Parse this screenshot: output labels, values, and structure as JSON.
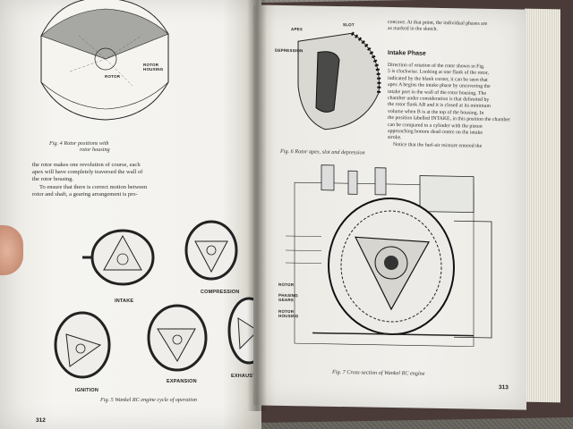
{
  "left_page": {
    "figure_labels": {
      "rotor_housing": "ROTOR HOUSING",
      "rotor": "ROTOR"
    },
    "fig4_caption_line1": "Fig. 4   Rotor positions with",
    "fig4_caption_line2": "rotor housing",
    "body_lines": [
      "the rotor makes one revolution of course, each",
      "apex will have completely traversed the wall of",
      "the rotor housing.",
      "To ensure that there is correct motion between",
      "rotor and shaft, a gearing arrangement is pro-"
    ],
    "cycle_labels": {
      "intake": "INTAKE",
      "compression": "COMPRESSION",
      "ignition": "IGNITION",
      "expansion": "EXPANSION",
      "exhaust": "EXHAUST"
    },
    "fig5_caption": "Fig. 5   Wankel RC engine cycle of operation",
    "page_number": "312"
  },
  "right_page": {
    "fig6_labels": {
      "apex": "APEX",
      "slot": "SLOT",
      "depression": "DEPRESSION"
    },
    "fig6_caption": "Fig. 6   Rotor apex, slot and depression",
    "top_lines": [
      "concave. At that point, the individual phases are",
      "as marked in the sketch."
    ],
    "section_heading": "Intake Phase",
    "intake_lines": [
      "Direction of rotation of the rotor shown in Fig.",
      "5 is clockwise. Looking at one flank of the rotor,",
      "indicated by the blank corner, it can be seen that",
      "apex A begins the intake phase by uncovering the",
      "intake port in the wall of the rotor housing. The",
      "chamber under consideration is that delimited by",
      "the rotor flank AB and it is closed at its minimum",
      "volume when B is at the top of the housing. In",
      "the position labelled INTAKE, in this position the chamber",
      "can be compared to a cylinder with the piston",
      "approaching bottom dead centre on the intake",
      "stroke.",
      "Notice that the fuel-air mixture entered the"
    ],
    "fig7_labels": {
      "rotor": "ROTOR",
      "phasing_gears": "PHASING GEARS",
      "rotor_housing": "ROTOR HOUSING"
    },
    "fig7_caption": "Fig. 7   Cross-section of Wankel RC engine",
    "page_number": "313"
  }
}
